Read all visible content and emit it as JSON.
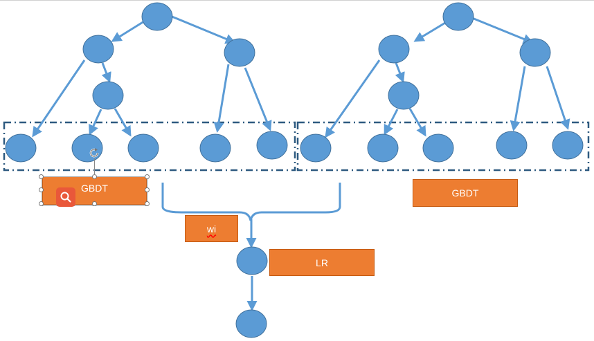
{
  "diagram": {
    "colors": {
      "node_fill": "#5b9bd5",
      "node_stroke": "#41719c",
      "edge": "#5b9bd5",
      "group_border": "#2e5a80",
      "label_fill": "#ed7d31"
    },
    "labels": {
      "gbdt_left": "GBDT",
      "gbdt_right": "GBDT",
      "weight": "wi",
      "lr": "LR"
    },
    "selected_label": "gbdt_left",
    "icons": [
      "search-icon",
      "rotate-handle-icon"
    ]
  }
}
